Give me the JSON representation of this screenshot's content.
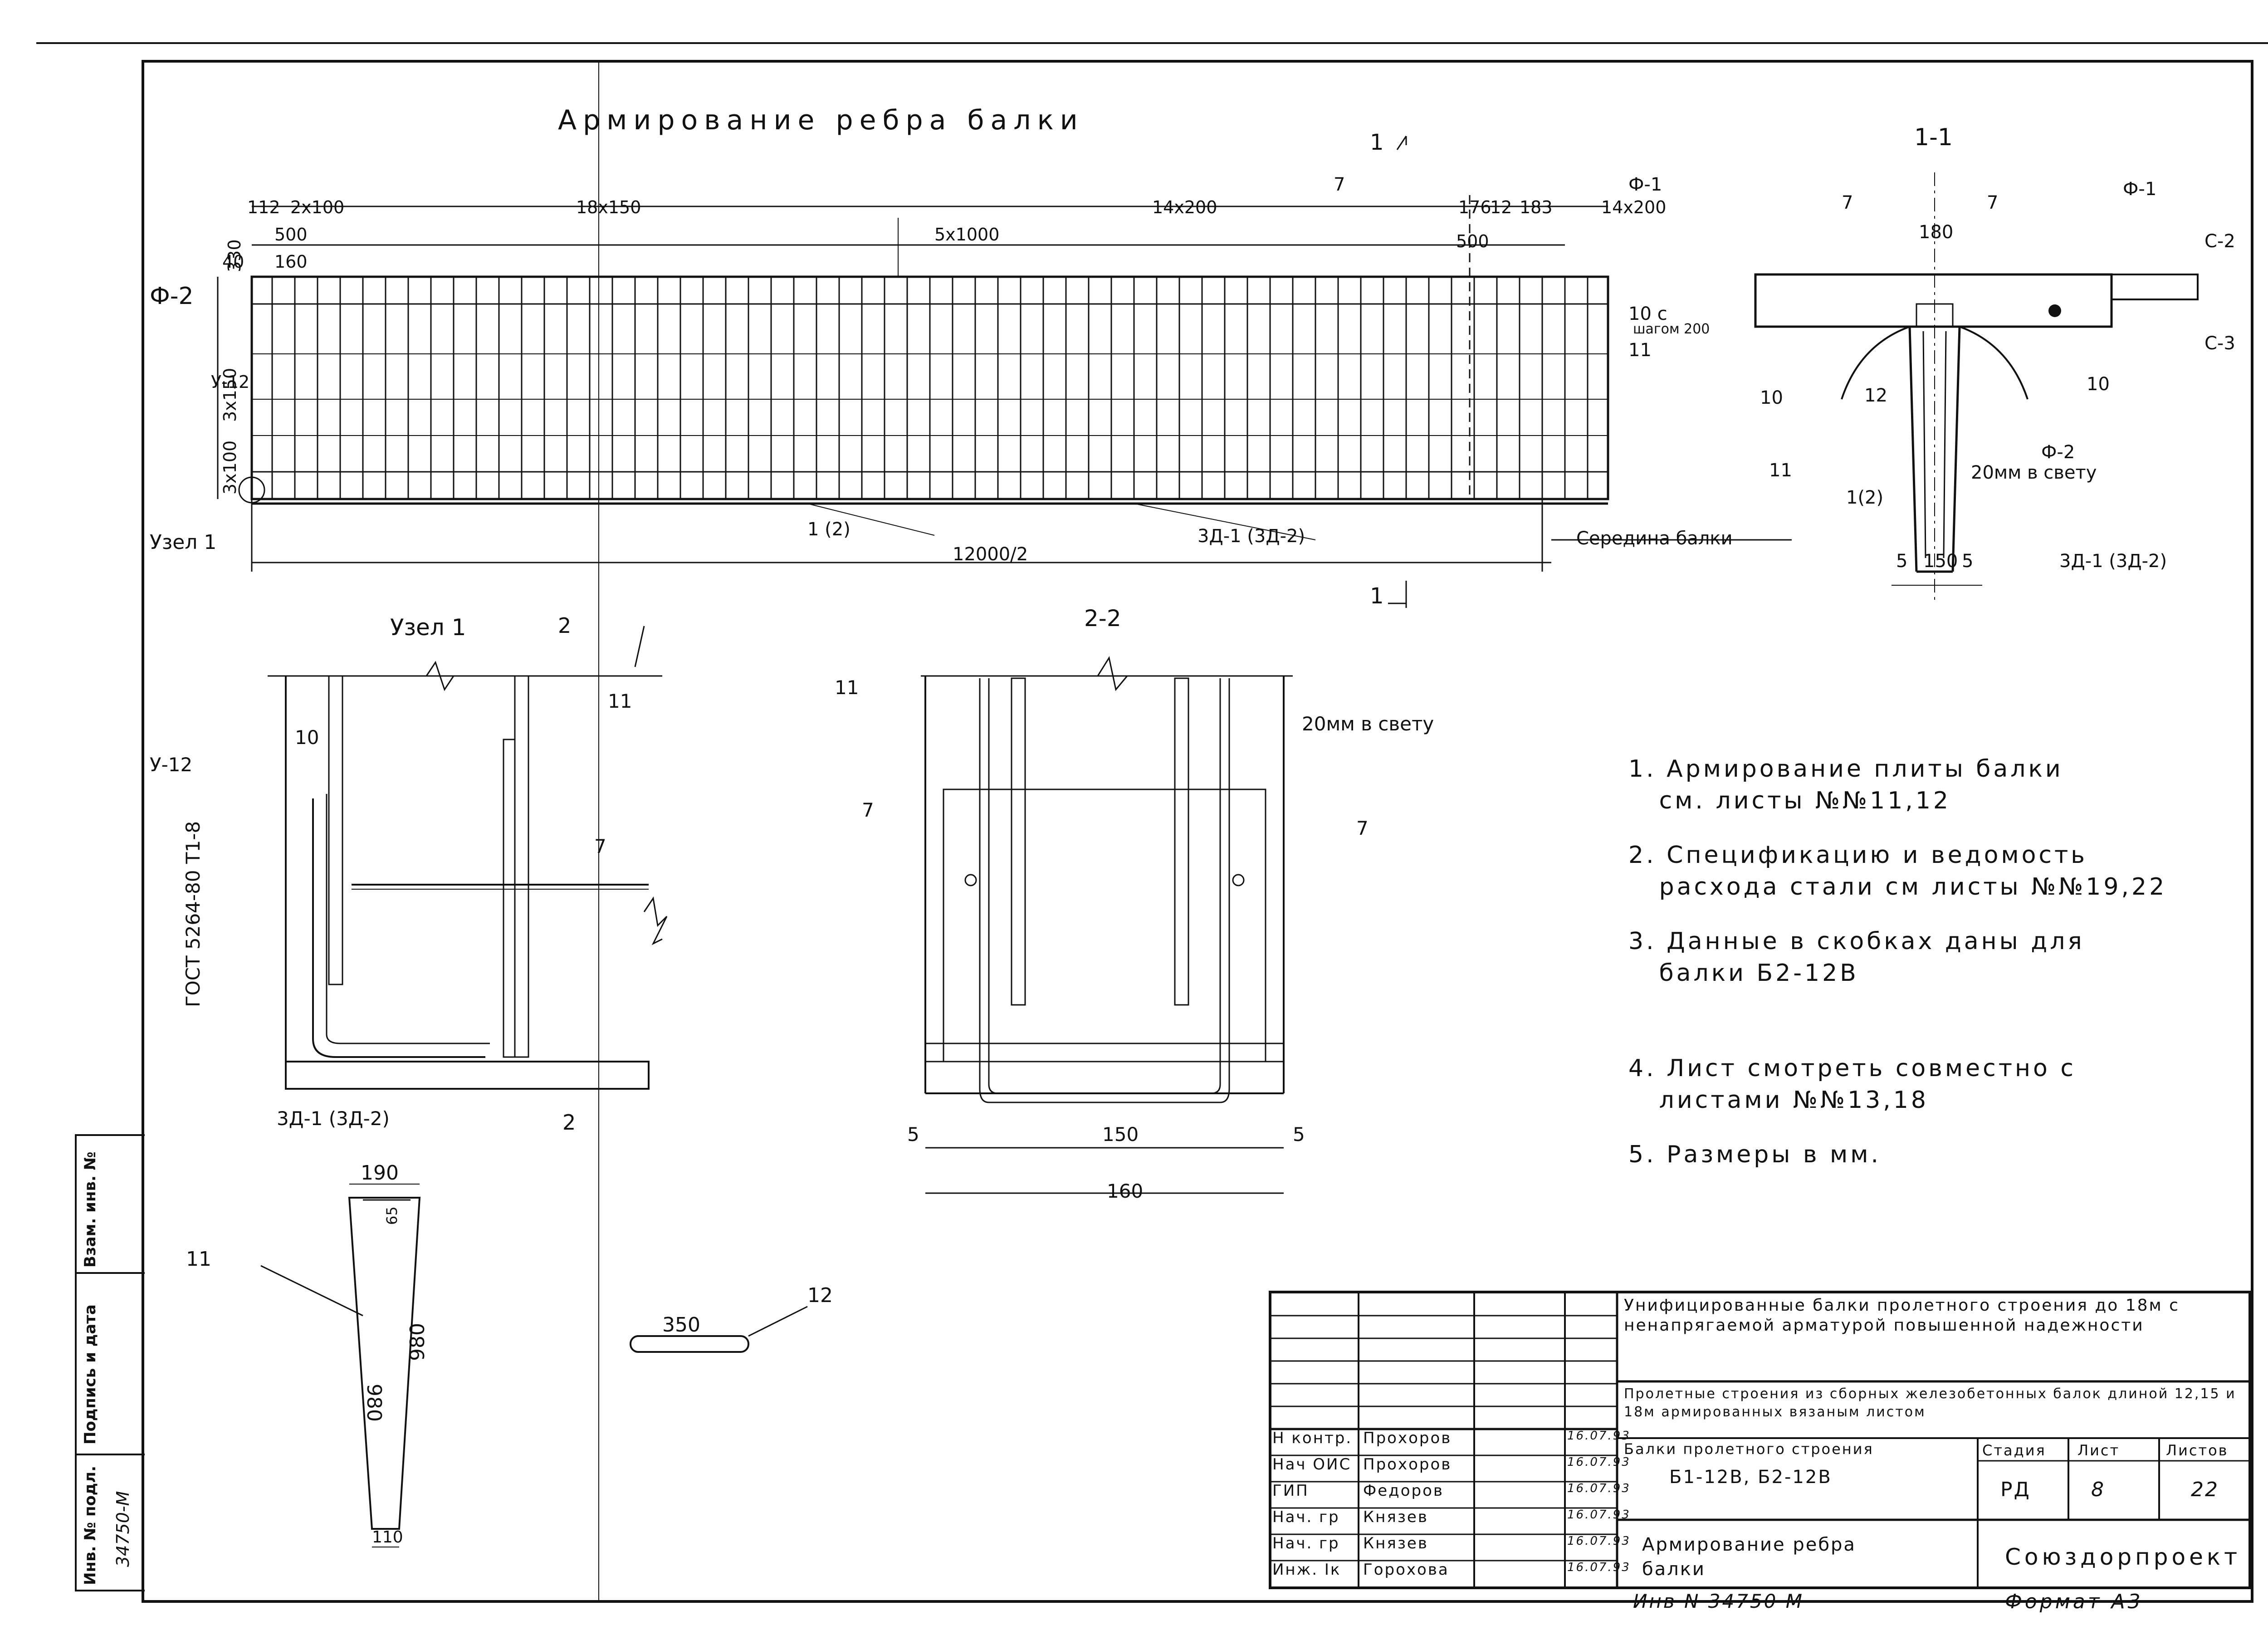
{
  "title": "Армирование ребра балки",
  "elevation": {
    "dims_top": [
      "112",
      "2х100",
      "18х150",
      "14х200",
      "176",
      "12",
      "183",
      "14х200"
    ],
    "dims_sub": [
      "500",
      "160",
      "5х1000",
      "500"
    ],
    "left_labels": [
      "40",
      "330",
      "3х150",
      "3х100"
    ],
    "marks": [
      "Ф-2",
      "У-12",
      "Узел 1",
      "7",
      "10 с",
      "шагом 200",
      "11",
      "1 (2)",
      "3Д-1 (3Д-2)",
      "12000/2",
      "Середина балки"
    ],
    "section_mark": "1"
  },
  "section11": {
    "title": "1-1",
    "labels": [
      "Ф-1",
      "Ф-1",
      "7",
      "7",
      "180",
      "С-2",
      "С-3",
      "10",
      "10",
      "12",
      "11",
      "1(2)",
      "20мм в свету",
      "Ф-2",
      "5",
      "150",
      "5",
      "3Д-1  (3Д-2)"
    ]
  },
  "node1": {
    "title": "Узел 1",
    "section_mark": "2",
    "labels": [
      "10",
      "11",
      "У-12",
      "7",
      "ГОСТ 5264-80 Т1-8",
      "3Д-1 (3Д-2)"
    ]
  },
  "section22": {
    "title": "2-2",
    "labels": [
      "11",
      "20мм в свету",
      "7",
      "7",
      "5",
      "150",
      "5",
      "160"
    ]
  },
  "bar11": {
    "mark": "11",
    "dims": [
      "190",
      "65",
      "980",
      "980",
      "110"
    ]
  },
  "bar12": {
    "mark": "12",
    "dim": "350"
  },
  "notes": [
    "1. Армирование плиты балки\n   см. листы №№11,12",
    "2. Спецификацию и ведомость\n   расхода стали см листы №№19,22",
    "3. Данные в скобках даны для\n   балки Б2-12В",
    "4. Лист смотреть совместно с\n   листами №№13,18",
    "5. Размеры в мм."
  ],
  "title_block": {
    "project": "Унифицированные балки пролетного строения до 18м с ненапрягаемой арматурой повышенной надежности",
    "subproject": "Пролетные строения из сборных железобетонных балок длиной 12,15 и 18м армированных вязаным листом",
    "element": "Балки пролетного строения",
    "codes": "Б1-12В, Б2-12В",
    "sheet_title": "Армирование ребра балки",
    "stage_h": "Стадия",
    "sheet_h": "Лист",
    "sheets_h": "Листов",
    "stage": "РД",
    "sheet": "8",
    "sheets": "22",
    "org": "Союздорпроект",
    "roles": [
      "Н контр.",
      "Нач ОИС",
      "ГИП",
      "Нач. гр",
      "Нач. гр",
      "Инж. Iк"
    ],
    "names": [
      "Прохоров",
      "Прохоров",
      "Федоров",
      "Князев",
      "Князев",
      "Горохова"
    ],
    "dates": [
      "16.07.93",
      "16.07.93",
      "16.07.93",
      "16.07.93",
      "16.07.93",
      "16.07.93"
    ]
  },
  "footer": {
    "inv": "Инв N 34750 М",
    "format": "Формат А3"
  },
  "side_stamp": {
    "labels": [
      "Взам. инв. №",
      "Подпись и дата",
      "Инв. № подл."
    ],
    "inv_value": "34750-М"
  }
}
